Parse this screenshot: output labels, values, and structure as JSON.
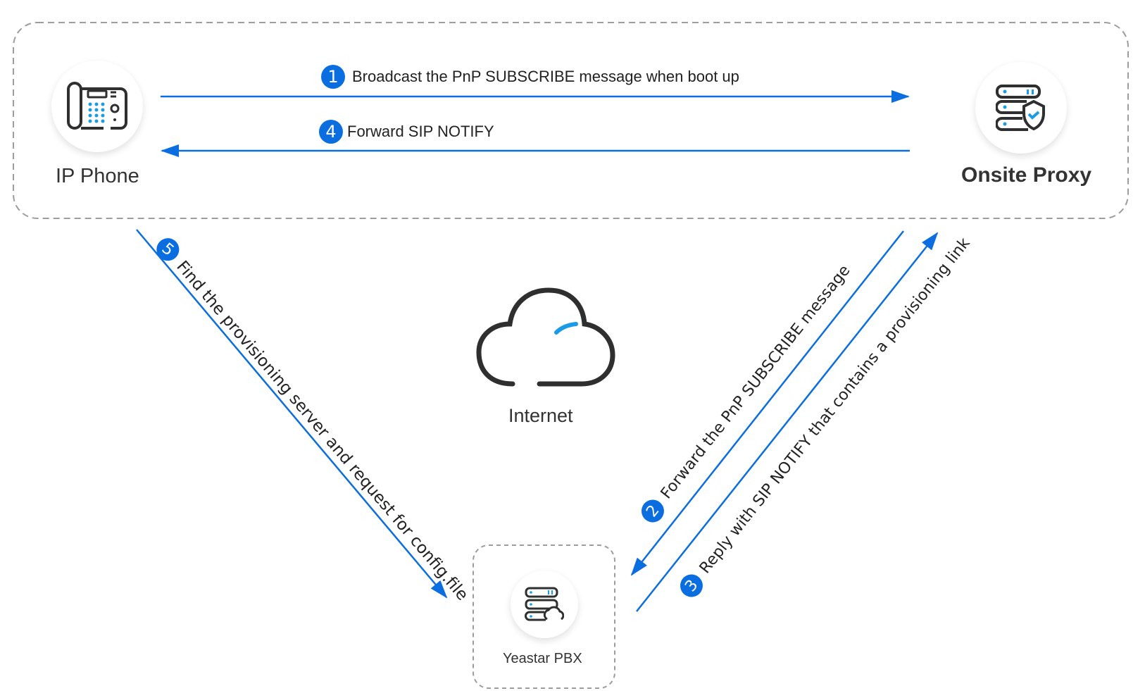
{
  "colors": {
    "accent": "#0b6ee0",
    "icon_stroke": "#2f2f2f",
    "icon_accent": "#1a9be8",
    "border": "#9a9da2"
  },
  "nodes": {
    "ip_phone": {
      "label": "IP Phone",
      "icon": "desk-phone-icon"
    },
    "onsite_proxy": {
      "label": "Onsite Proxy",
      "icon": "server-shield-icon"
    },
    "internet": {
      "label": "Internet",
      "icon": "cloud-icon"
    },
    "yeastar_pbx": {
      "label": "Yeastar PBX",
      "icon": "server-cloud-icon"
    }
  },
  "steps": [
    {
      "number": "1",
      "text": "Broadcast the PnP SUBSCRIBE message when boot up",
      "from": "IP Phone",
      "to": "Onsite Proxy"
    },
    {
      "number": "2",
      "text": "Forward the PnP SUBSCRIBE message",
      "from": "Onsite Proxy",
      "to": "Yeastar PBX"
    },
    {
      "number": "3",
      "text": "Reply with SIP NOTIFY that contains a provisioning link",
      "from": "Yeastar PBX",
      "to": "Onsite Proxy"
    },
    {
      "number": "4",
      "text": "Forward SIP NOTIFY",
      "from": "Onsite Proxy",
      "to": "IP Phone"
    },
    {
      "number": "5",
      "text": "Find the provisioning server and request for config.file",
      "from": "IP Phone",
      "to": "Yeastar PBX"
    }
  ]
}
